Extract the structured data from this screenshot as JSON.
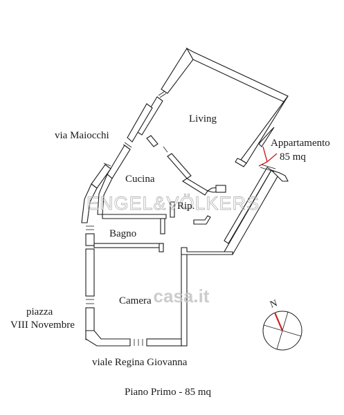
{
  "watermarks": {
    "brand": "ENGEL&VÖLKERS",
    "site": "casa.it"
  },
  "rooms": {
    "living": "Living",
    "cucina": "Cucina",
    "rip": "Rip.",
    "bagno": "Bagno",
    "camera": "Camera"
  },
  "streets": {
    "via_maiocchi": "via Maiocchi",
    "piazza_line1": "piazza",
    "piazza_line2": "VIII Novembre",
    "viale": "viale Regina Giovanna"
  },
  "apartment": {
    "line1": "Appartamento",
    "line2": "85 mq"
  },
  "caption": "Piano Primo - 85 mq",
  "compass": {
    "label": "N",
    "needle_color": "#cc1f1f"
  },
  "colors": {
    "wall": "#ffffff",
    "wall_stroke": "#1a1a1a",
    "watermark": "#b8b8b8",
    "accent": "#cc1f1f"
  }
}
